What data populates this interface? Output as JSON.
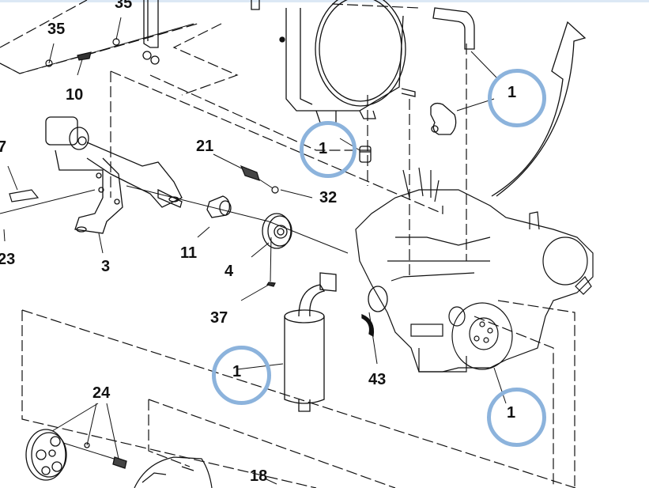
{
  "diagram": {
    "title": "Engine assembly exploded parts view",
    "callouts": [
      {
        "id": "c35a",
        "label": "35"
      },
      {
        "id": "c35b",
        "label": "35"
      },
      {
        "id": "c10",
        "label": "10"
      },
      {
        "id": "c7",
        "label": "7"
      },
      {
        "id": "c23",
        "label": "23"
      },
      {
        "id": "c3",
        "label": "3"
      },
      {
        "id": "c21",
        "label": "21"
      },
      {
        "id": "c32",
        "label": "32"
      },
      {
        "id": "c11",
        "label": "11"
      },
      {
        "id": "c4",
        "label": "4"
      },
      {
        "id": "c37",
        "label": "37"
      },
      {
        "id": "c43",
        "label": "43"
      },
      {
        "id": "c24",
        "label": "24"
      },
      {
        "id": "c18",
        "label": "18"
      }
    ],
    "highlights": [
      {
        "id": "h-radiator-hose",
        "label": "1"
      },
      {
        "id": "h-radiator-mount",
        "label": "1"
      },
      {
        "id": "h-muffler",
        "label": "1"
      },
      {
        "id": "h-flywheel",
        "label": "1"
      }
    ],
    "colors": {
      "highlight": "#8cb3dc",
      "line": "#111111",
      "background": "#ffffff",
      "topbar": "#dce8f5"
    }
  }
}
